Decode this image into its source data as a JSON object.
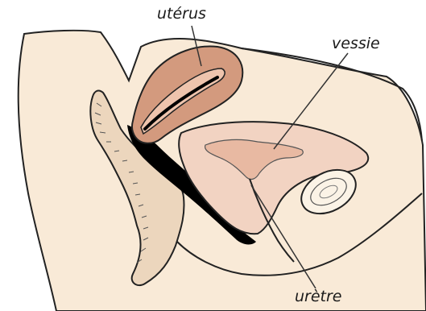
{
  "labels": {
    "uterus": "utérus",
    "vessie": "vessie",
    "uretre": "urètre"
  },
  "colors": {
    "background": "#ffffff",
    "skin": "#f9ead7",
    "uterus": "#d39a7e",
    "uterus_inner": "#eec4ad",
    "bladder": "#f2d3c2",
    "bladder_inner": "#e8b9a2",
    "vagina": "#000000",
    "rectum": "#ecd6bd",
    "outline": "#222222"
  },
  "icons": {
    "leader_lines": "straight-line"
  }
}
